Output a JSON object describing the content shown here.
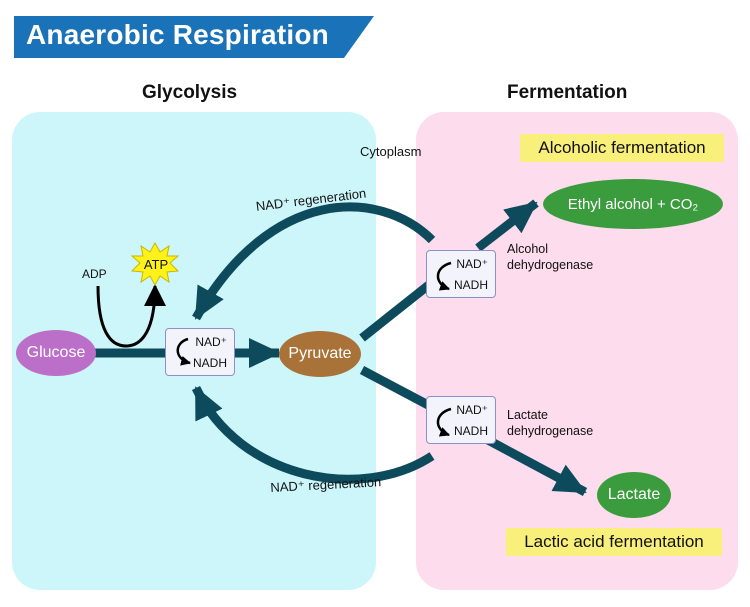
{
  "title": "Anaerobic Respiration",
  "regions": {
    "glycolysis": "Glycolysis",
    "fermentation": "Fermentation"
  },
  "cytoplasm_label": "Cytoplasm",
  "nodes": {
    "glucose": "Glucose",
    "pyruvate": "Pyruvate",
    "ethyl_alcohol": "Ethyl alcohol + CO₂",
    "lactate": "Lactate",
    "atp": "ATP",
    "adp": "ADP"
  },
  "nad_boxes": {
    "nad": "NAD⁺",
    "nadh": "NADH"
  },
  "regeneration_label": "NAD⁺ regeneration",
  "enzymes": {
    "alcohol_line1": "Alcohol",
    "alcohol_line2": "dehydrogenase",
    "lactate_line1": "Lactate",
    "lactate_line2": "dehydrogenase"
  },
  "fermentation_types": {
    "alcoholic": "Alcoholic fermentation",
    "lactic": "Lactic acid fermentation"
  },
  "colors": {
    "banner": "#1a73b8",
    "glycolysis_bg": "#cdf6fa",
    "fermentation_bg": "#fddcee",
    "arrow": "#0d4a5c",
    "glucose": "#bb6fc8",
    "pyruvate": "#a87238",
    "product": "#3b9c3e",
    "atp": "#fff21a",
    "tag": "#f8f07a"
  }
}
